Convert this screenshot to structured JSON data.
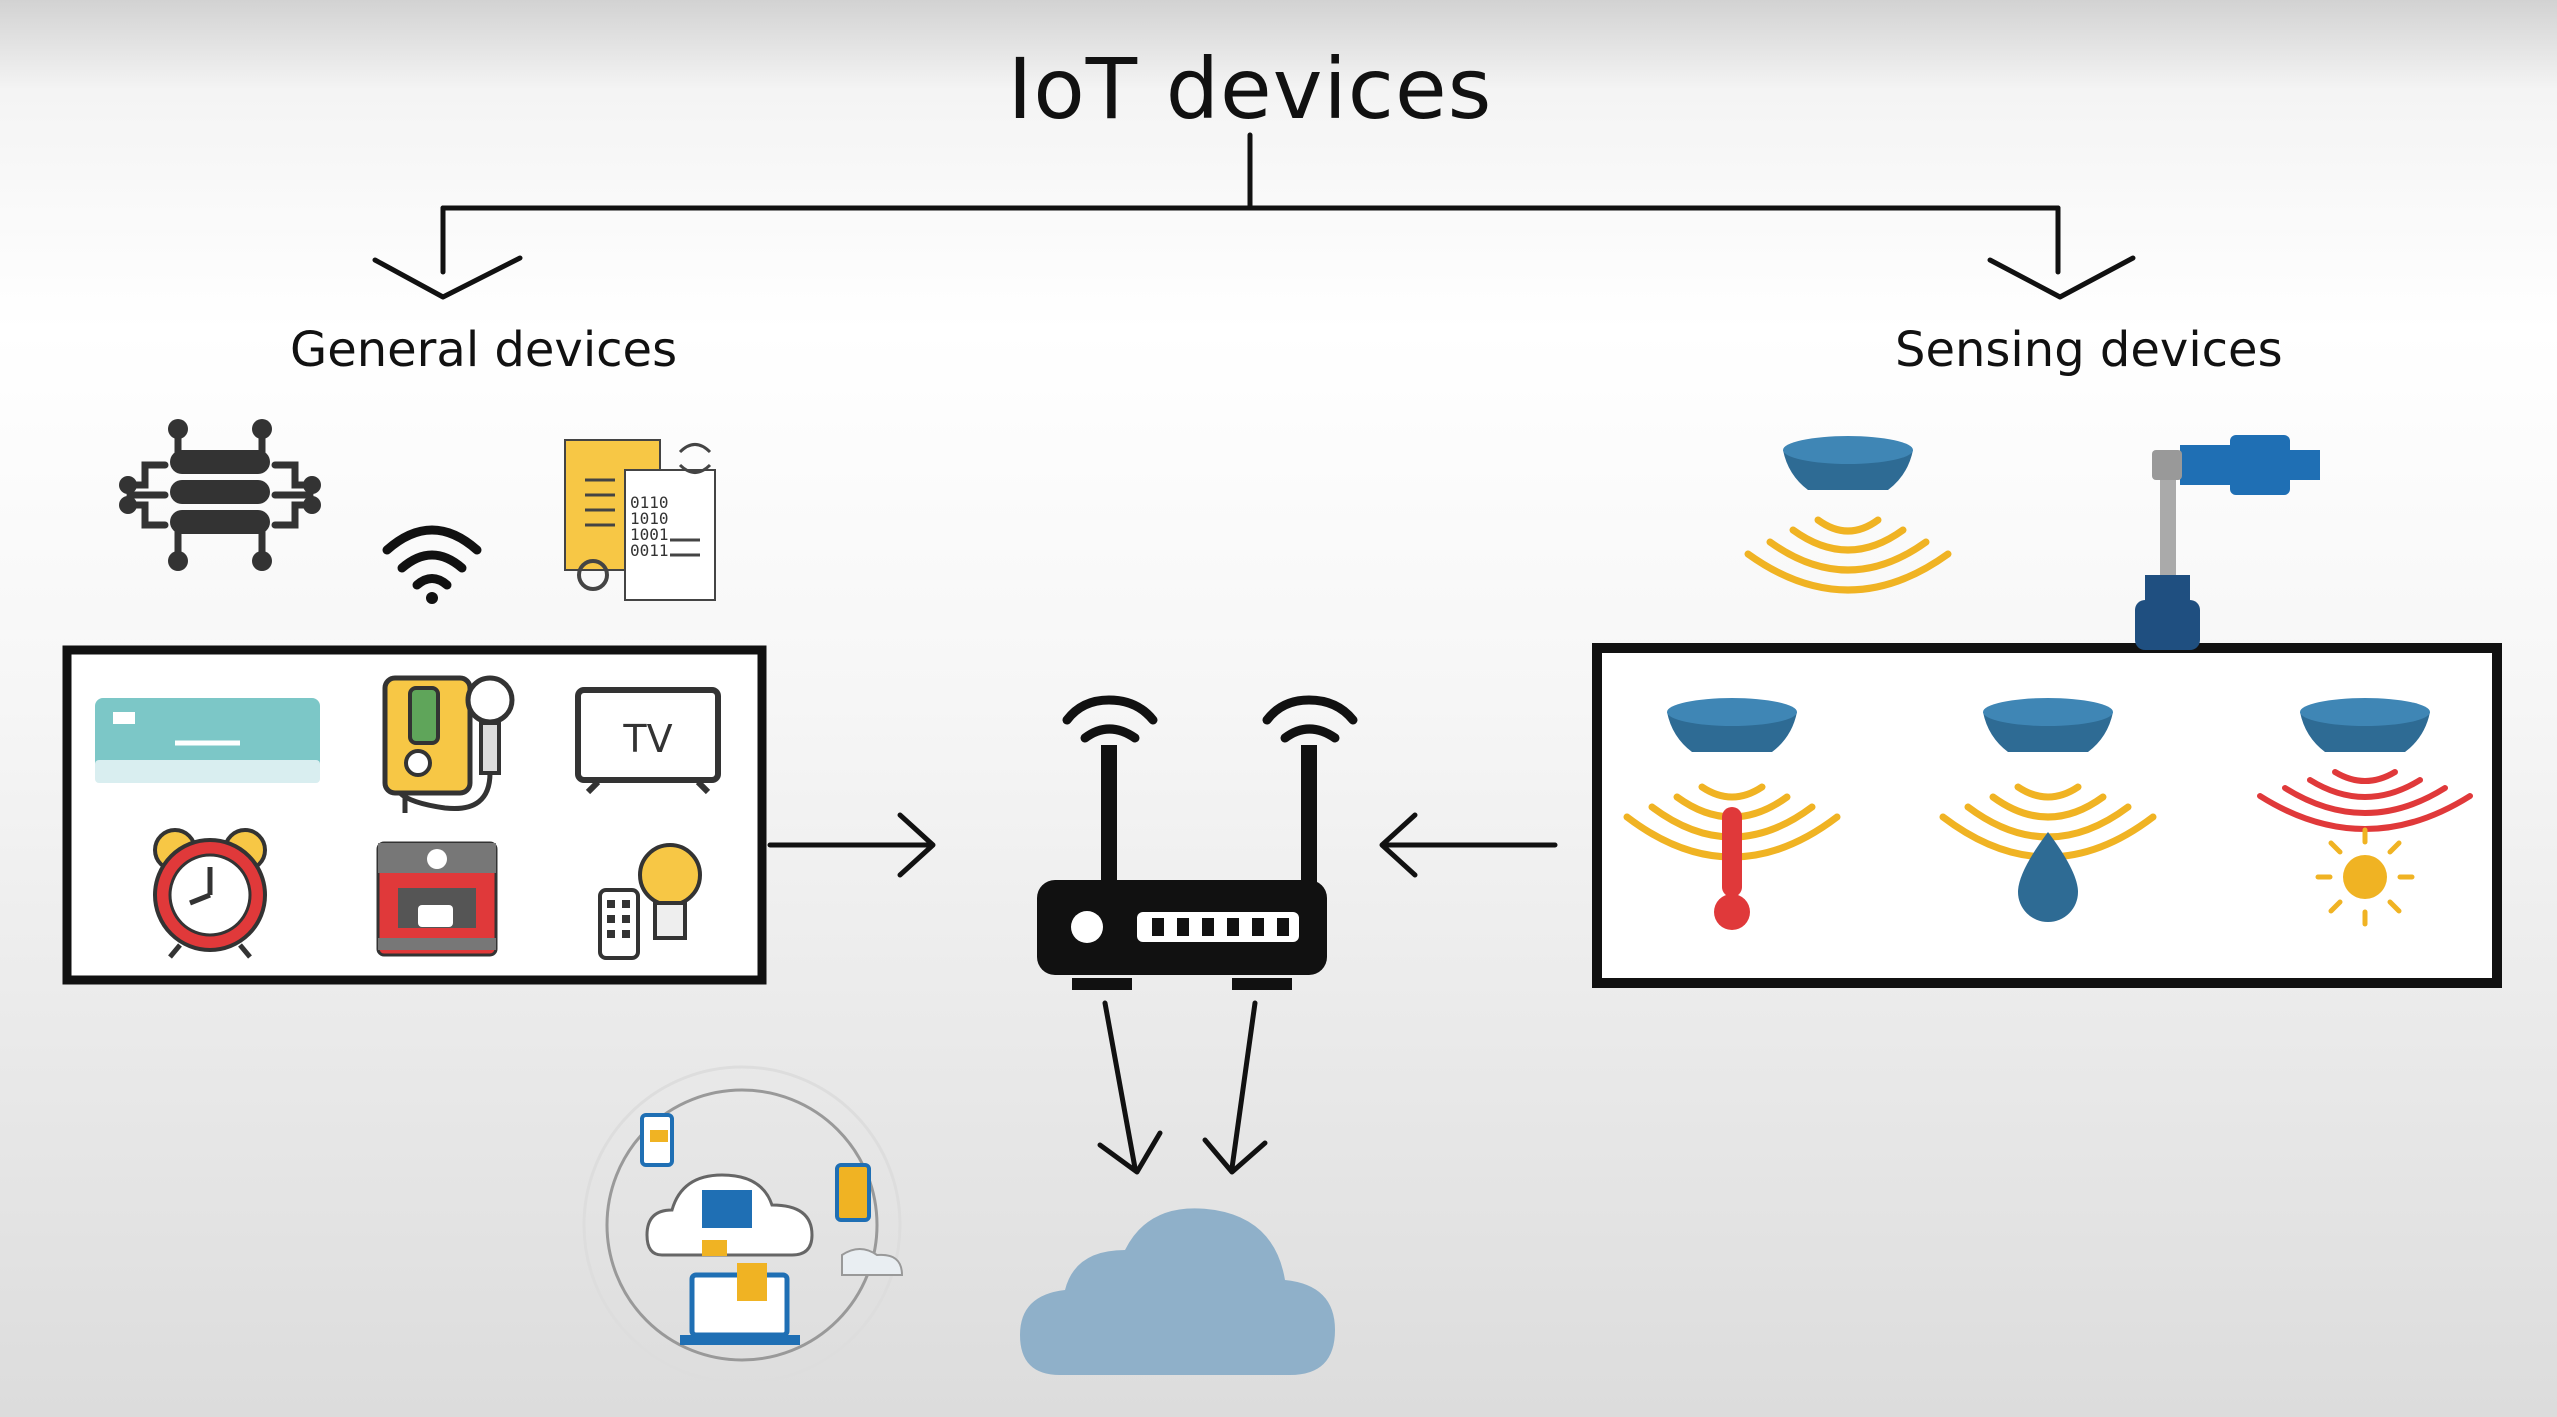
{
  "title": "IoT devices",
  "categories": {
    "general": {
      "label": "General devices"
    },
    "sensing": {
      "label": "Sensing devices"
    }
  },
  "icons": {
    "general_top": [
      "database-chip-icon",
      "wifi-icon",
      "data-documents-icon"
    ],
    "general_box": [
      "air-conditioner-icon",
      "water-heater-icon",
      "tv-icon",
      "alarm-clock-icon",
      "coffee-machine-icon",
      "smart-bulb-remote-icon"
    ],
    "tv_text": "TV",
    "sensing_top": [
      "signal-sensor-icon",
      "control-valve-icon"
    ],
    "sensing_box": [
      "temperature-sensor-icon",
      "humidity-sensor-icon",
      "light-sensor-icon"
    ],
    "hub": "router-icon",
    "bottom": [
      "cloud-sync-icon",
      "cloud-icon"
    ]
  },
  "colors": {
    "sensor_waves": "#f0b323",
    "sensor_cap": "#2e6b94",
    "cloud": "#8fb0c9",
    "thermometer": "#e0393a",
    "drop": "#2e6b94",
    "sun": "#f0b323",
    "outline": "#111111"
  }
}
